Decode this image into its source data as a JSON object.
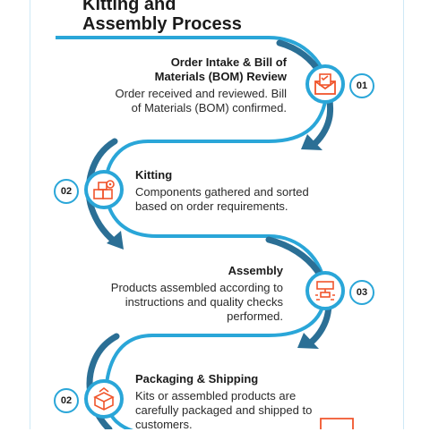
{
  "title": {
    "line1": "Kitting and",
    "line2": "Assembly Process"
  },
  "steps": [
    {
      "number": "01",
      "title_line1": "Order Intake & Bill of",
      "title_line2": "Materials (BOM) Review",
      "desc_line1": "Order received and reviewed. Bill",
      "desc_line2": "of Materials (BOM) confirmed.",
      "desc_line3": "",
      "icon": "envelope-checklist-icon"
    },
    {
      "number": "02",
      "title_line1": "Kitting",
      "title_line2": "",
      "desc_line1": "Components gathered and sorted",
      "desc_line2": "based on order requirements.",
      "desc_line3": "",
      "icon": "boxes-gear-icon"
    },
    {
      "number": "03",
      "title_line1": "Assembly",
      "title_line2": "",
      "desc_line1": "Products assembled according to",
      "desc_line2": "instructions and quality checks",
      "desc_line3": "performed.",
      "icon": "assembly-line-icon"
    },
    {
      "number": "02",
      "title_line1": "Packaging & Shipping",
      "title_line2": "",
      "desc_line1": "Kits or assembled products are",
      "desc_line2": "carefully packaged and shipped to",
      "desc_line3": "customers.",
      "icon": "package-shipping-icon"
    }
  ],
  "colors": {
    "primary": "#2aa6d8",
    "dark_arrow": "#2b6f95",
    "accent_icon": "#f0552c",
    "text": "#1b1b1b"
  }
}
